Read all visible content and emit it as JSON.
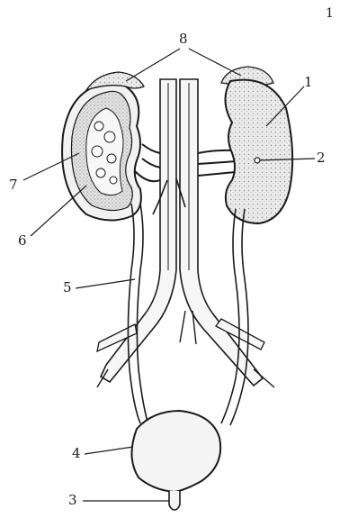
{
  "diagram": {
    "corner_mark": "1",
    "labels": {
      "l1": "1",
      "l2": "2",
      "l3": "3",
      "l4": "4",
      "l5": "5",
      "l6": "6",
      "l7": "7",
      "l8": "8"
    },
    "colors": {
      "ink": "#1a1a1a",
      "tissue": "#d9d9d9",
      "cortex": "#bdbdbd",
      "paper": "#ffffff"
    }
  }
}
